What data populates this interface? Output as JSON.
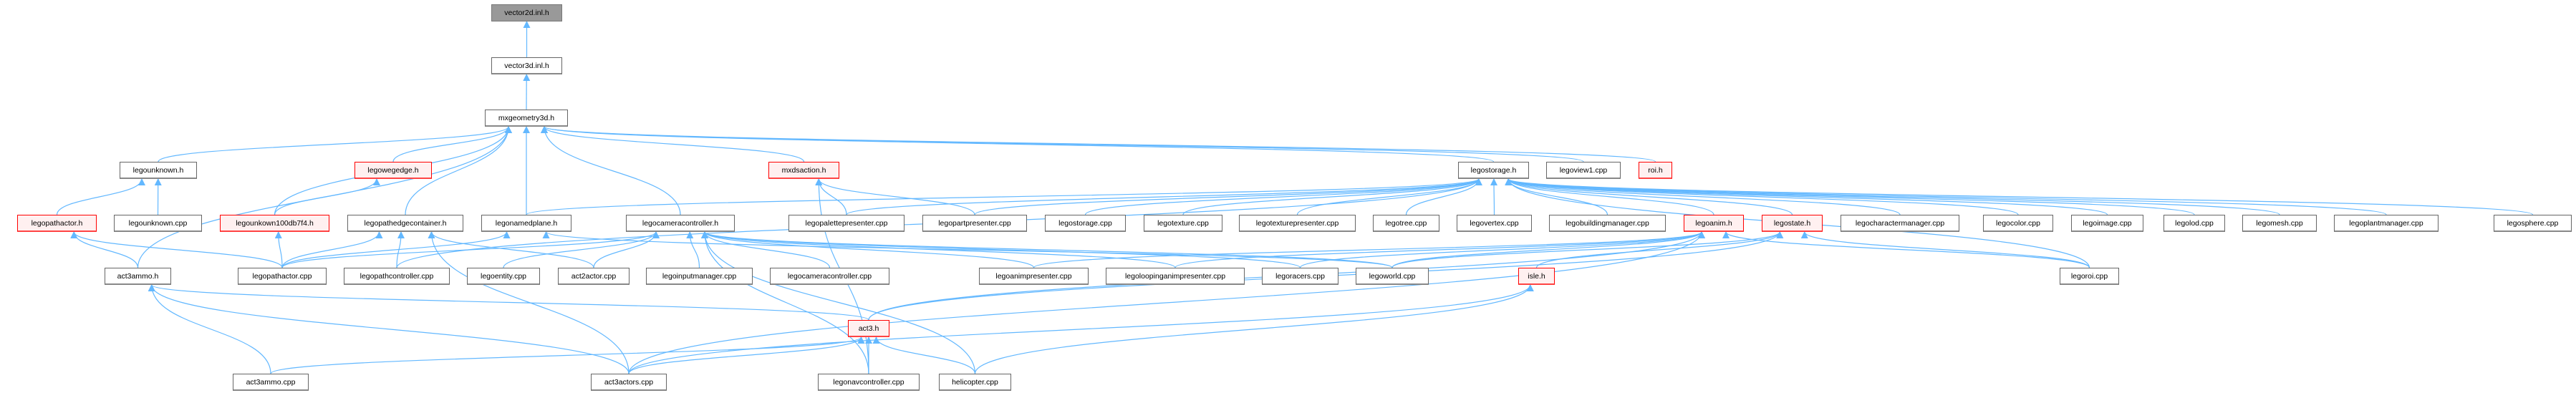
{
  "graph": {
    "root": "vector2d.inl.h",
    "colors": {
      "edge": "#63b8ff",
      "root_fill": "#999999",
      "incomplete_border": "#ff0000",
      "incomplete_fill": "#fff0f0"
    },
    "nodes": [
      {
        "id": "vector2d",
        "label": "vector2d.inl.h",
        "style": "gray"
      },
      {
        "id": "vector3d",
        "label": "vector3d.inl.h",
        "style": "normal"
      },
      {
        "id": "mxgeometry3d",
        "label": "mxgeometry3d.h",
        "style": "normal"
      },
      {
        "id": "legounknown_h",
        "label": "legounknown.h",
        "style": "normal"
      },
      {
        "id": "legowegedge",
        "label": "legowegedge.h",
        "style": "red"
      },
      {
        "id": "mxdsaction",
        "label": "mxdsaction.h",
        "style": "red"
      },
      {
        "id": "legostorage_h",
        "label": "legostorage.h",
        "style": "normal"
      },
      {
        "id": "legoview1",
        "label": "legoview1.cpp",
        "style": "normal"
      },
      {
        "id": "roi",
        "label": "roi.h",
        "style": "red"
      },
      {
        "id": "legopathactor_h",
        "label": "legopathactor.h",
        "style": "red"
      },
      {
        "id": "legounknown_cpp",
        "label": "legounknown.cpp",
        "style": "normal"
      },
      {
        "id": "legounkown100db7f4",
        "label": "legounkown100db7f4.h",
        "style": "red"
      },
      {
        "id": "legopathedgecontainer",
        "label": "legopathedgecontainer.h",
        "style": "normal"
      },
      {
        "id": "legonamedplane",
        "label": "legonamedplane.h",
        "style": "normal"
      },
      {
        "id": "legocameracontroller_h",
        "label": "legocameracontroller.h",
        "style": "normal"
      },
      {
        "id": "legopalettepresenter",
        "label": "legopalettepresenter.cpp",
        "style": "normal"
      },
      {
        "id": "legopartpresenter",
        "label": "legopartpresenter.cpp",
        "style": "normal"
      },
      {
        "id": "legostorage_cpp",
        "label": "legostorage.cpp",
        "style": "normal"
      },
      {
        "id": "legotexture",
        "label": "legotexture.cpp",
        "style": "normal"
      },
      {
        "id": "legotexturepresenter",
        "label": "legotexturepresenter.cpp",
        "style": "normal"
      },
      {
        "id": "legotree",
        "label": "legotree.cpp",
        "style": "normal"
      },
      {
        "id": "legovertex",
        "label": "legovertex.cpp",
        "style": "normal"
      },
      {
        "id": "legobuildingmanager",
        "label": "legobuildingmanager.cpp",
        "style": "normal"
      },
      {
        "id": "legoanim",
        "label": "legoanim.h",
        "style": "red"
      },
      {
        "id": "legostate",
        "label": "legostate.h",
        "style": "red"
      },
      {
        "id": "legocharactermanager",
        "label": "legocharactermanager.cpp",
        "style": "normal"
      },
      {
        "id": "legocolor",
        "label": "legocolor.cpp",
        "style": "normal"
      },
      {
        "id": "legoimage",
        "label": "legoimage.cpp",
        "style": "normal"
      },
      {
        "id": "legolod",
        "label": "legolod.cpp",
        "style": "normal"
      },
      {
        "id": "legomesh",
        "label": "legomesh.cpp",
        "style": "normal"
      },
      {
        "id": "legoplantmanager",
        "label": "legoplantmanager.cpp",
        "style": "normal"
      },
      {
        "id": "legosphere",
        "label": "legosphere.cpp",
        "style": "normal"
      },
      {
        "id": "act3ammo_h",
        "label": "act3ammo.h",
        "style": "normal"
      },
      {
        "id": "legopathactor_cpp",
        "label": "legopathactor.cpp",
        "style": "normal"
      },
      {
        "id": "legopathcontroller",
        "label": "legopathcontroller.cpp",
        "style": "normal"
      },
      {
        "id": "legoentity",
        "label": "legoentity.cpp",
        "style": "normal"
      },
      {
        "id": "act2actor",
        "label": "act2actor.cpp",
        "style": "normal"
      },
      {
        "id": "legoinputmanager",
        "label": "legoinputmanager.cpp",
        "style": "normal"
      },
      {
        "id": "legocameracontroller_cpp",
        "label": "legocameracontroller.cpp",
        "style": "normal"
      },
      {
        "id": "legoanimpresenter",
        "label": "legoanimpresenter.cpp",
        "style": "normal"
      },
      {
        "id": "legoloopinganimpresenter",
        "label": "legoloopinganimpresenter.cpp",
        "style": "normal"
      },
      {
        "id": "legoracers",
        "label": "legoracers.cpp",
        "style": "normal"
      },
      {
        "id": "legoworld",
        "label": "legoworld.cpp",
        "style": "normal"
      },
      {
        "id": "isle",
        "label": "isle.h",
        "style": "red"
      },
      {
        "id": "legoroi",
        "label": "legoroi.cpp",
        "style": "normal"
      },
      {
        "id": "act3",
        "label": "act3.h",
        "style": "red"
      },
      {
        "id": "act3ammo_cpp",
        "label": "act3ammo.cpp",
        "style": "normal"
      },
      {
        "id": "act3actors",
        "label": "act3actors.cpp",
        "style": "normal"
      },
      {
        "id": "legonavcontroller",
        "label": "legonavcontroller.cpp",
        "style": "normal"
      },
      {
        "id": "helicopter",
        "label": "helicopter.cpp",
        "style": "normal"
      }
    ],
    "edges": [
      [
        "vector3d",
        "vector2d"
      ],
      [
        "mxgeometry3d",
        "vector3d"
      ],
      [
        "legounknown_h",
        "mxgeometry3d"
      ],
      [
        "legowegedge",
        "mxgeometry3d"
      ],
      [
        "legounkown100db7f4",
        "mxgeometry3d"
      ],
      [
        "legopathedgecontainer",
        "mxgeometry3d"
      ],
      [
        "legonamedplane",
        "mxgeometry3d"
      ],
      [
        "legocameracontroller_h",
        "mxgeometry3d"
      ],
      [
        "mxdsaction",
        "mxgeometry3d"
      ],
      [
        "legostorage_h",
        "mxgeometry3d"
      ],
      [
        "legoview1",
        "mxgeometry3d"
      ],
      [
        "roi",
        "mxgeometry3d"
      ],
      [
        "act3ammo_h",
        "mxgeometry3d"
      ],
      [
        "legopathactor_h",
        "legounknown_h"
      ],
      [
        "legounknown_cpp",
        "legounknown_h"
      ],
      [
        "legounkown100db7f4",
        "legowegedge"
      ],
      [
        "act3ammo_h",
        "legopathactor_h"
      ],
      [
        "legopathactor_cpp",
        "legopathactor_h"
      ],
      [
        "legopathactor_cpp",
        "legounkown100db7f4"
      ],
      [
        "legopathactor_cpp",
        "legopathedgecontainer"
      ],
      [
        "legopathcontroller",
        "legopathedgecontainer"
      ],
      [
        "act2actor",
        "legopathedgecontainer"
      ],
      [
        "act3actors",
        "legopathedgecontainer"
      ],
      [
        "legopathactor_cpp",
        "legonamedplane"
      ],
      [
        "legoworld",
        "legonamedplane"
      ],
      [
        "legopathactor_cpp",
        "legocameracontroller_h"
      ],
      [
        "legoentity",
        "legocameracontroller_h"
      ],
      [
        "act2actor",
        "legocameracontroller_h"
      ],
      [
        "legoinputmanager",
        "legocameracontroller_h"
      ],
      [
        "legocameracontroller_cpp",
        "legocameracontroller_h"
      ],
      [
        "legoanimpresenter",
        "legocameracontroller_h"
      ],
      [
        "legoloopinganimpresenter",
        "legocameracontroller_h"
      ],
      [
        "legoracers",
        "legocameracontroller_h"
      ],
      [
        "legoworld",
        "legocameracontroller_h"
      ],
      [
        "legonavcontroller",
        "legocameracontroller_h"
      ],
      [
        "helicopter",
        "legocameracontroller_h"
      ],
      [
        "legopalettepresenter",
        "mxdsaction"
      ],
      [
        "legopartpresenter",
        "mxdsaction"
      ],
      [
        "legonavcontroller",
        "mxdsaction"
      ],
      [
        "legonamedplane",
        "legostorage_h"
      ],
      [
        "legopathcontroller",
        "legostorage_h"
      ],
      [
        "legopalettepresenter",
        "legostorage_h"
      ],
      [
        "legopartpresenter",
        "legostorage_h"
      ],
      [
        "legostorage_cpp",
        "legostorage_h"
      ],
      [
        "legotexture",
        "legostorage_h"
      ],
      [
        "legotexturepresenter",
        "legostorage_h"
      ],
      [
        "legotree",
        "legostorage_h"
      ],
      [
        "legovertex",
        "legostorage_h"
      ],
      [
        "legobuildingmanager",
        "legostorage_h"
      ],
      [
        "legoanim",
        "legostorage_h"
      ],
      [
        "legostate",
        "legostorage_h"
      ],
      [
        "legocharactermanager",
        "legostorage_h"
      ],
      [
        "legocolor",
        "legostorage_h"
      ],
      [
        "legoimage",
        "legostorage_h"
      ],
      [
        "legolod",
        "legostorage_h"
      ],
      [
        "legomesh",
        "legostorage_h"
      ],
      [
        "legoplantmanager",
        "legostorage_h"
      ],
      [
        "legosphere",
        "legostorage_h"
      ],
      [
        "legoroi",
        "legostorage_h"
      ],
      [
        "legoanimpresenter",
        "legoanim"
      ],
      [
        "legoloopinganimpresenter",
        "legoanim"
      ],
      [
        "legoracers",
        "legoanim"
      ],
      [
        "legoworld",
        "legoanim"
      ],
      [
        "act3actors",
        "legoanim"
      ],
      [
        "act3",
        "legoanim"
      ],
      [
        "legoroi",
        "legoanim"
      ],
      [
        "isle",
        "legostate"
      ],
      [
        "legoworld",
        "legostate"
      ],
      [
        "act3",
        "legostate"
      ],
      [
        "legoroi",
        "legostate"
      ],
      [
        "act3ammo_cpp",
        "act3ammo_h"
      ],
      [
        "act3actors",
        "act3ammo_h"
      ],
      [
        "act3",
        "act3ammo_h"
      ],
      [
        "act3ammo_cpp",
        "act3"
      ],
      [
        "act3actors",
        "act3"
      ],
      [
        "legonavcontroller",
        "act3"
      ],
      [
        "helicopter",
        "act3"
      ],
      [
        "helicopter",
        "isle"
      ],
      [
        "act3actors",
        "isle"
      ]
    ]
  }
}
